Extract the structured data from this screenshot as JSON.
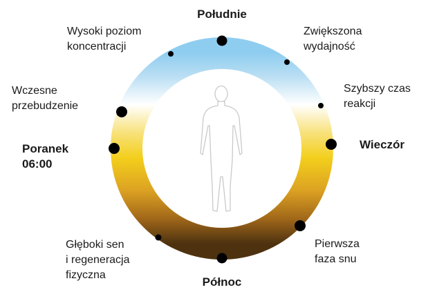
{
  "labels": {
    "noon": "Południe",
    "evening": "Wieczór",
    "midnight": "Północ",
    "morning_1": "Poranek",
    "morning_2": "06:00",
    "high_concentration_1": "Wysoki poziom",
    "high_concentration_2": "koncentracji",
    "increased_efficiency_1": "Zwiększona",
    "increased_efficiency_2": "wydajność",
    "faster_reaction_1": "Szybszy czas",
    "faster_reaction_2": "reakcji",
    "early_wakeup_1": "Wczesne",
    "early_wakeup_2": "przebudzenie",
    "first_sleep_phase_1": "Pierwsza",
    "first_sleep_phase_2": "faza snu",
    "deep_sleep_1": "Głęboki sen",
    "deep_sleep_2": "i regeneracja",
    "deep_sleep_3": "fizyczna"
  },
  "colors": {
    "sky": "#8fcdf0",
    "white": "#ffffff",
    "yellow": "#f6d21a",
    "gold": "#e0a520",
    "brown": "#5a3a12",
    "dot": "#000000",
    "body_outline": "#c9c9c9"
  },
  "icons": {
    "center_figure": "human-silhouette-icon"
  }
}
